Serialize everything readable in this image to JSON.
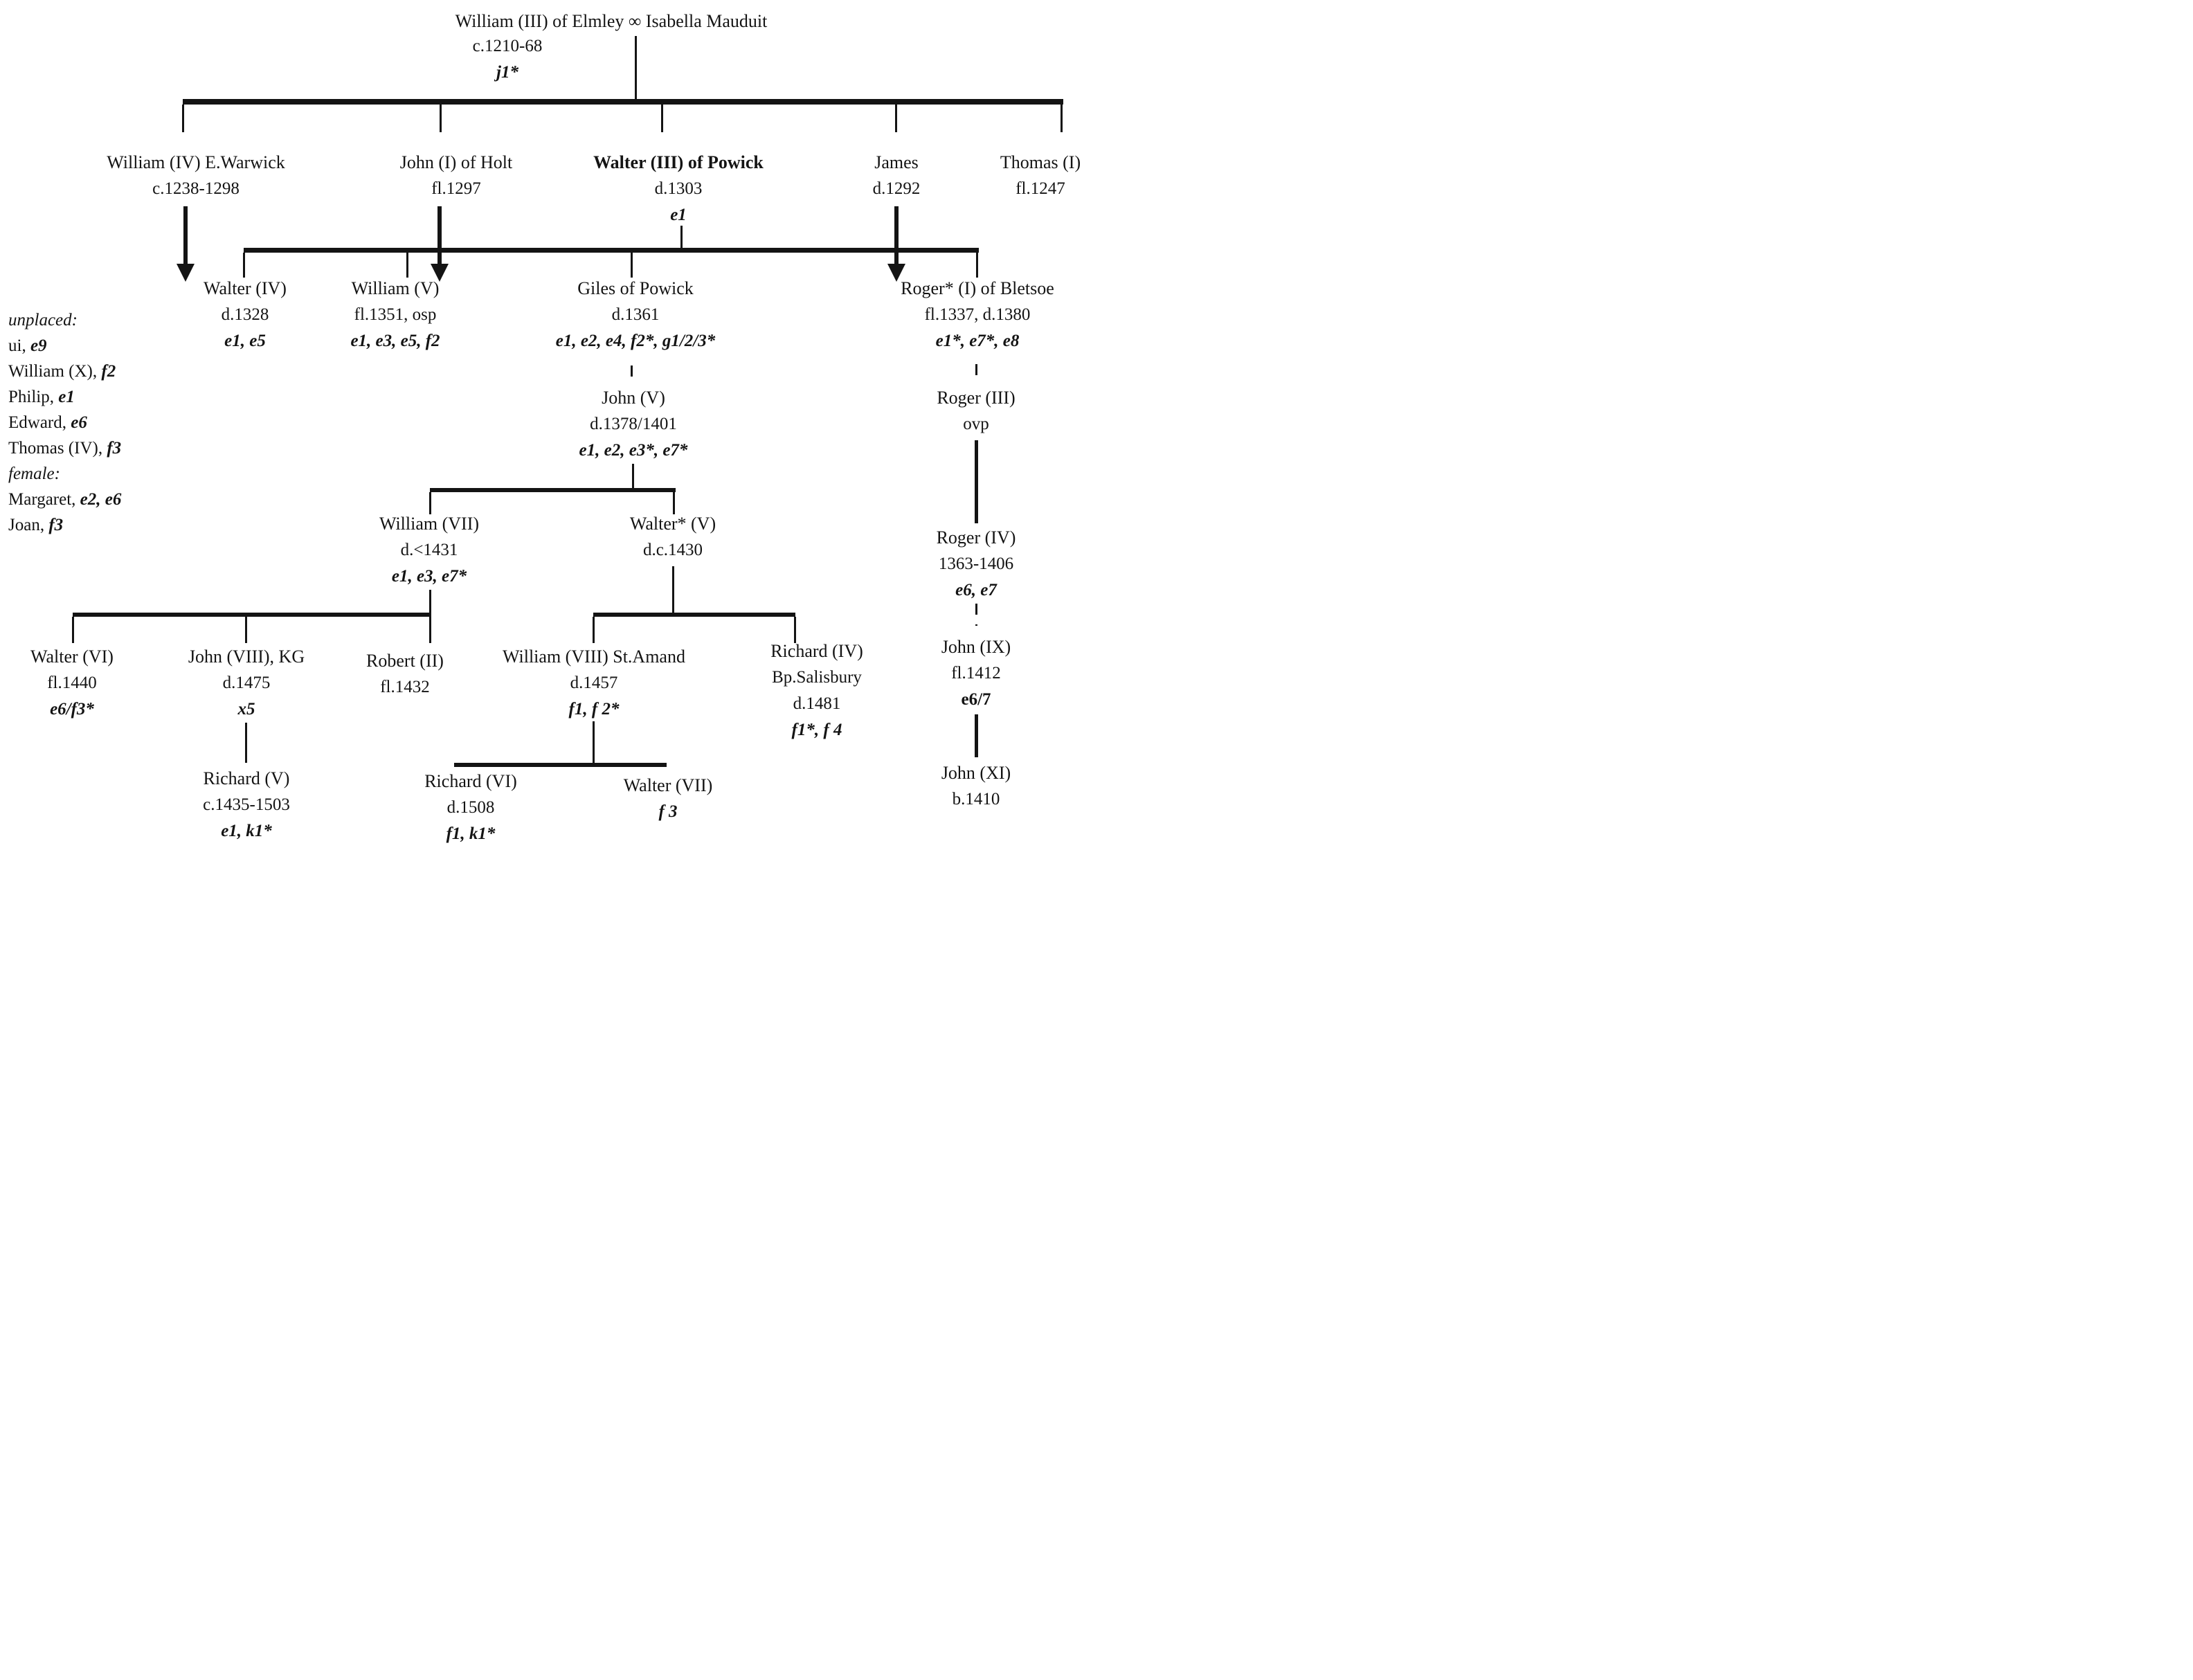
{
  "diagram": {
    "type": "genealogy-family-tree",
    "marriage_symbol": "∞",
    "text_color": "#141414",
    "background_color": "#ffffff"
  },
  "legend": {
    "unplaced": {
      "header": "unplaced:",
      "items": [
        {
          "plain": "ui, ",
          "refs": "e9"
        },
        {
          "plain": "William (X), ",
          "refs": "f2"
        },
        {
          "plain": "Philip, ",
          "refs": "e1"
        },
        {
          "plain": "Edward, ",
          "refs": "e6"
        },
        {
          "plain": "Thomas (IV), ",
          "refs": "f3"
        }
      ]
    },
    "female": {
      "header": "female:",
      "items": [
        {
          "plain": "Margaret, ",
          "refs": "e2, e6"
        },
        {
          "plain": "Joan, ",
          "refs": "f3"
        }
      ]
    }
  },
  "nodes": {
    "william3": {
      "name": "William (III) of Elmley ∞ Isabella Mauduit",
      "dates": "c.1210-68",
      "refs": "j1*"
    },
    "william4": {
      "name": "William (IV) E.Warwick",
      "dates": "c.1238-1298"
    },
    "john1": {
      "name": "John (I) of Holt",
      "dates": "fl.1297"
    },
    "walter3": {
      "name": "Walter (III) of Powick",
      "dates": "d.1303",
      "refs": "e1"
    },
    "james": {
      "name": "James",
      "dates": "d.1292"
    },
    "thomas1": {
      "name": "Thomas (I)",
      "dates": "fl.1247"
    },
    "walter4": {
      "name": "Walter (IV)",
      "dates": "d.1328",
      "refs": "e1, e5"
    },
    "william5": {
      "name": "William (V)",
      "dates": "fl.1351, osp",
      "refs": "e1, e3, e5, f2"
    },
    "giles": {
      "name": "Giles of Powick",
      "dates": "d.1361",
      "refs": "e1, e2, e4, f2*, g1/2/3*"
    },
    "roger1": {
      "name": "Roger* (I) of Bletsoe",
      "dates": "fl.1337, d.1380",
      "refs": "e1*, e7*, e8"
    },
    "john5": {
      "name": "John (V)",
      "dates": "d.1378/1401",
      "refs": "e1, e2, e3*, e7*"
    },
    "roger3": {
      "name": "Roger (III)",
      "dates": "ovp"
    },
    "william7": {
      "name": "William (VII)",
      "dates": "d.<1431",
      "refs": "e1, e3, e7*"
    },
    "walter5": {
      "name": "Walter* (V)",
      "dates": "d.c.1430"
    },
    "roger4": {
      "name": "Roger (IV)",
      "dates": "1363-1406",
      "refs": "e6, e7"
    },
    "walter6": {
      "name": "Walter (VI)",
      "dates": "fl.1440",
      "refs": "e6/f3*"
    },
    "john8": {
      "name": "John (VIII), KG",
      "dates": "d.1475",
      "refs": "x5"
    },
    "robert2": {
      "name": "Robert (II)",
      "dates": "fl.1432"
    },
    "william8": {
      "name": "William (VIII) St.Amand",
      "dates": "d.1457",
      "refs": "f1, f 2*"
    },
    "richard4": {
      "name": "Richard (IV)",
      "title_line": "Bp.Salisbury",
      "dates": "d.1481",
      "refs": "f1*, f 4"
    },
    "john9": {
      "name": "John (IX)",
      "dates": "fl.1412",
      "refs": "e6/7"
    },
    "richard5": {
      "name": "Richard (V)",
      "dates": "c.1435-1503",
      "refs": "e1, k1*"
    },
    "richard6": {
      "name": "Richard (VI)",
      "dates": "d.1508",
      "refs": "f1, k1*"
    },
    "walter7": {
      "name": "Walter (VII)",
      "refs": "f 3"
    },
    "john11": {
      "name": "John (XI)",
      "dates": "b.1410"
    }
  }
}
